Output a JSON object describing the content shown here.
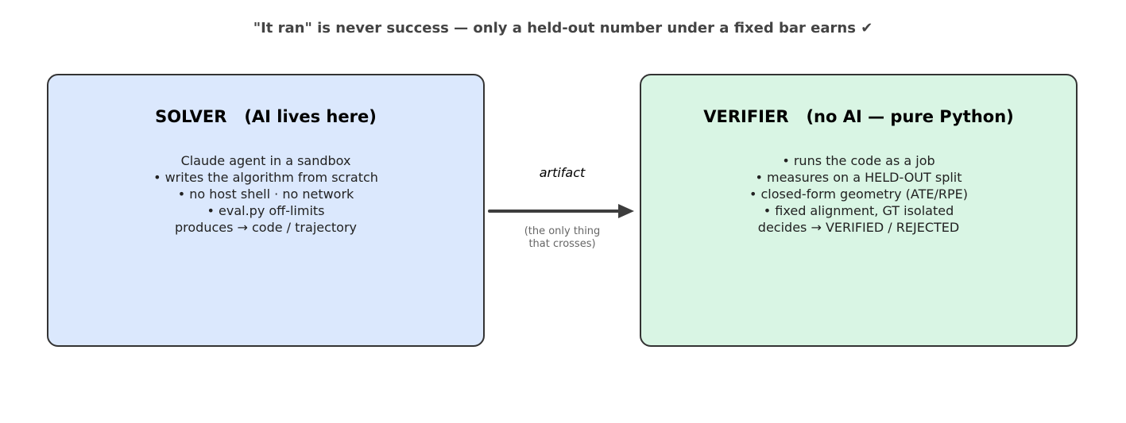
{
  "caption": "\"It ran\" is never success — only a held-out number under a fixed bar earns ✔",
  "colors": {
    "solver_fill": "#dbe8fd",
    "verifier_fill": "#d9f5e4",
    "border": "#333333",
    "arrow": "#3d3d3d"
  },
  "solver": {
    "title": "SOLVER   (AI lives here)",
    "lines": [
      "Claude agent in a sandbox",
      "• writes the algorithm from scratch",
      "• no host shell · no network",
      "• eval.py off-limits",
      "produces → code / trajectory"
    ]
  },
  "verifier": {
    "title": "VERIFIER   (no AI — pure Python)",
    "lines": [
      "• runs the code as a job",
      "• measures on a HELD-OUT split",
      "• closed-form geometry (ATE/RPE)",
      "• fixed alignment, GT isolated",
      "decides → VERIFIED / REJECTED"
    ]
  },
  "connector": {
    "label": "artifact",
    "note": [
      "(the only thing",
      "that crosses)"
    ]
  }
}
